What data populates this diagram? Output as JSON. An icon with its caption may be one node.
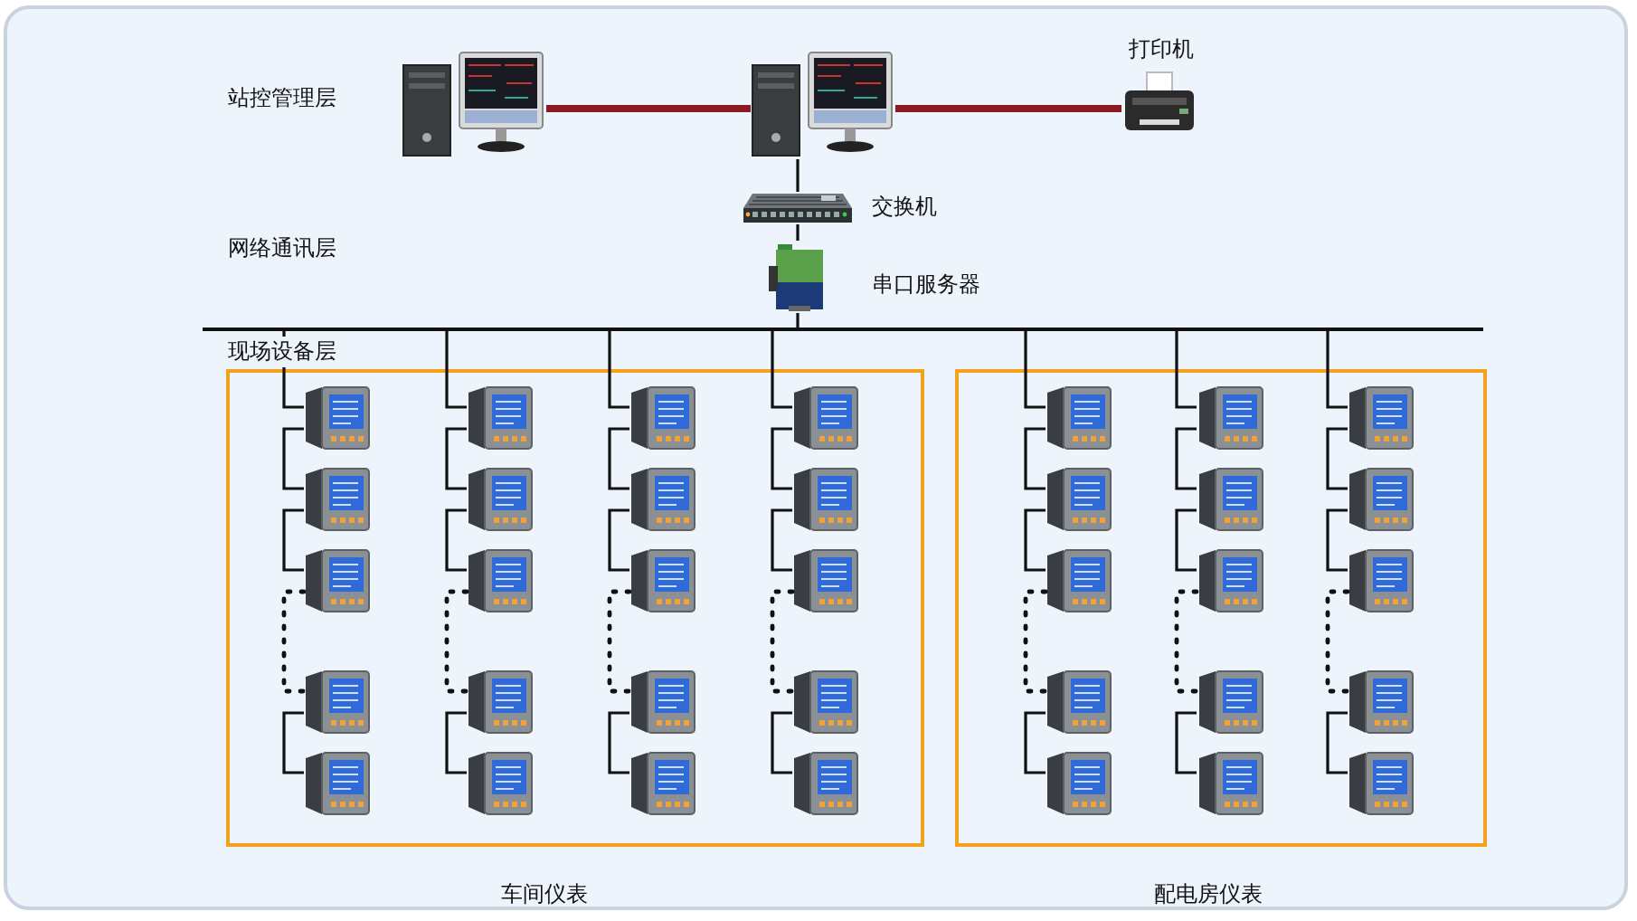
{
  "diagram": {
    "nodes": [
      {
        "text": [],
        "shape": "picture"
      },
      {
        "text": [],
        "shape": "picture"
      },
      {
        "text": [],
        "shape": "picture",
        "beside": [
          "打印机"
        ]
      },
      {
        "text": [],
        "shape": "picture",
        "beside": [
          "交换机"
        ]
      },
      {
        "text": [],
        "shape": "picture",
        "beside": [
          "串口服务器"
        ]
      },
      {
        "text": [],
        "shape": "bar"
      },
      {
        "text": [
          "车间仪表"
        ]
      },
      {
        "text": [],
        "shape": "picture",
        "in": 6
      },
      {
        "text": [],
        "shape": "picture",
        "in": 6
      },
      {
        "text": [],
        "shape": "picture",
        "in": 6
      },
      {
        "text": [],
        "shape": "picture",
        "in": 6
      },
      {
        "text": [],
        "shape": "picture",
        "in": 6
      },
      {
        "text": [],
        "shape": "picture",
        "in": 6
      },
      {
        "text": [],
        "shape": "picture",
        "in": 6
      },
      {
        "text": [],
        "shape": "picture",
        "in": 6
      },
      {
        "text": [],
        "shape": "picture",
        "in": 6
      },
      {
        "text": [],
        "shape": "picture",
        "in": 6
      },
      {
        "text": [],
        "shape": "picture",
        "in": 6
      },
      {
        "text": [],
        "shape": "picture",
        "in": 6
      },
      {
        "text": [],
        "shape": "picture",
        "in": 6
      },
      {
        "text": [],
        "shape": "picture",
        "in": 6
      },
      {
        "text": [],
        "shape": "picture",
        "in": 6
      },
      {
        "text": [],
        "shape": "picture",
        "in": 6
      },
      {
        "text": [],
        "shape": "picture",
        "in": 6
      },
      {
        "text": [],
        "shape": "picture",
        "in": 6
      },
      {
        "text": [],
        "shape": "picture",
        "in": 6
      },
      {
        "text": [],
        "shape": "picture",
        "in": 6
      },
      {
        "text": [
          "配电房仪表"
        ]
      },
      {
        "text": [],
        "shape": "picture",
        "in": 27
      },
      {
        "text": [],
        "shape": "picture",
        "in": 27
      },
      {
        "text": [],
        "shape": "picture",
        "in": 27
      },
      {
        "text": [],
        "shape": "picture",
        "in": 27
      },
      {
        "text": [],
        "shape": "picture",
        "in": 27
      },
      {
        "text": [],
        "shape": "picture",
        "in": 27
      },
      {
        "text": [],
        "shape": "picture",
        "in": 27
      },
      {
        "text": [],
        "shape": "picture",
        "in": 27
      },
      {
        "text": [],
        "shape": "picture",
        "in": 27
      },
      {
        "text": [],
        "shape": "picture",
        "in": 27
      },
      {
        "text": [],
        "shape": "picture",
        "in": 27
      },
      {
        "text": [],
        "shape": "picture",
        "in": 27
      },
      {
        "text": [],
        "shape": "picture",
        "in": 27
      },
      {
        "text": [],
        "shape": "picture",
        "in": 27
      },
      {
        "text": [],
        "shape": "picture",
        "in": 27
      }
    ],
    "edges": [
      {
        "from": 0,
        "to": 1,
        "arrow": "none",
        "style": "thick",
        "color": "#8b1a22"
      },
      {
        "from": 1,
        "to": 2,
        "arrow": "none",
        "style": "thick",
        "color": "#8b1a22"
      },
      {
        "from": 1,
        "to": 3,
        "arrow": "none"
      },
      {
        "from": 3,
        "to": 4,
        "arrow": "none"
      },
      {
        "from": 4,
        "to": 5,
        "arrow": "none"
      },
      {
        "from": 5,
        "to": 7,
        "arrow": "none"
      },
      {
        "from": 5,
        "to": 12,
        "arrow": "none"
      },
      {
        "from": 5,
        "to": 17,
        "arrow": "none"
      },
      {
        "from": 5,
        "to": 22,
        "arrow": "none"
      },
      {
        "from": 5,
        "to": 28,
        "arrow": "none"
      },
      {
        "from": 5,
        "to": 33,
        "arrow": "none"
      },
      {
        "from": 5,
        "to": 38,
        "arrow": "none"
      },
      {
        "from": 7,
        "to": 8,
        "arrow": "none"
      },
      {
        "from": 8,
        "to": 9,
        "arrow": "none"
      },
      {
        "from": 9,
        "to": 10,
        "arrow": "none",
        "style": "dashed"
      },
      {
        "from": 10,
        "to": 11,
        "arrow": "none"
      },
      {
        "from": 12,
        "to": 13,
        "arrow": "none"
      },
      {
        "from": 13,
        "to": 14,
        "arrow": "none"
      },
      {
        "from": 14,
        "to": 15,
        "arrow": "none",
        "style": "dashed"
      },
      {
        "from": 15,
        "to": 16,
        "arrow": "none"
      },
      {
        "from": 17,
        "to": 18,
        "arrow": "none"
      },
      {
        "from": 18,
        "to": 19,
        "arrow": "none"
      },
      {
        "from": 19,
        "to": 20,
        "arrow": "none",
        "style": "dashed"
      },
      {
        "from": 20,
        "to": 21,
        "arrow": "none"
      },
      {
        "from": 22,
        "to": 23,
        "arrow": "none"
      },
      {
        "from": 23,
        "to": 24,
        "arrow": "none"
      },
      {
        "from": 24,
        "to": 25,
        "arrow": "none",
        "style": "dashed"
      },
      {
        "from": 25,
        "to": 26,
        "arrow": "none"
      },
      {
        "from": 28,
        "to": 29,
        "arrow": "none"
      },
      {
        "from": 29,
        "to": 30,
        "arrow": "none"
      },
      {
        "from": 30,
        "to": 31,
        "arrow": "none",
        "style": "dashed"
      },
      {
        "from": 31,
        "to": 32,
        "arrow": "none"
      },
      {
        "from": 33,
        "to": 34,
        "arrow": "none"
      },
      {
        "from": 34,
        "to": 35,
        "arrow": "none"
      },
      {
        "from": 35,
        "to": 36,
        "arrow": "none",
        "style": "dashed"
      },
      {
        "from": 36,
        "to": 37,
        "arrow": "none"
      },
      {
        "from": 38,
        "to": 39,
        "arrow": "none"
      },
      {
        "from": 39,
        "to": 40,
        "arrow": "none"
      },
      {
        "from": 40,
        "to": 41,
        "arrow": "none",
        "style": "dashed"
      },
      {
        "from": 41,
        "to": 42,
        "arrow": "none"
      }
    ],
    "labels": [
      "站控管理层",
      "网络通讯层",
      "现场设备层"
    ]
  }
}
